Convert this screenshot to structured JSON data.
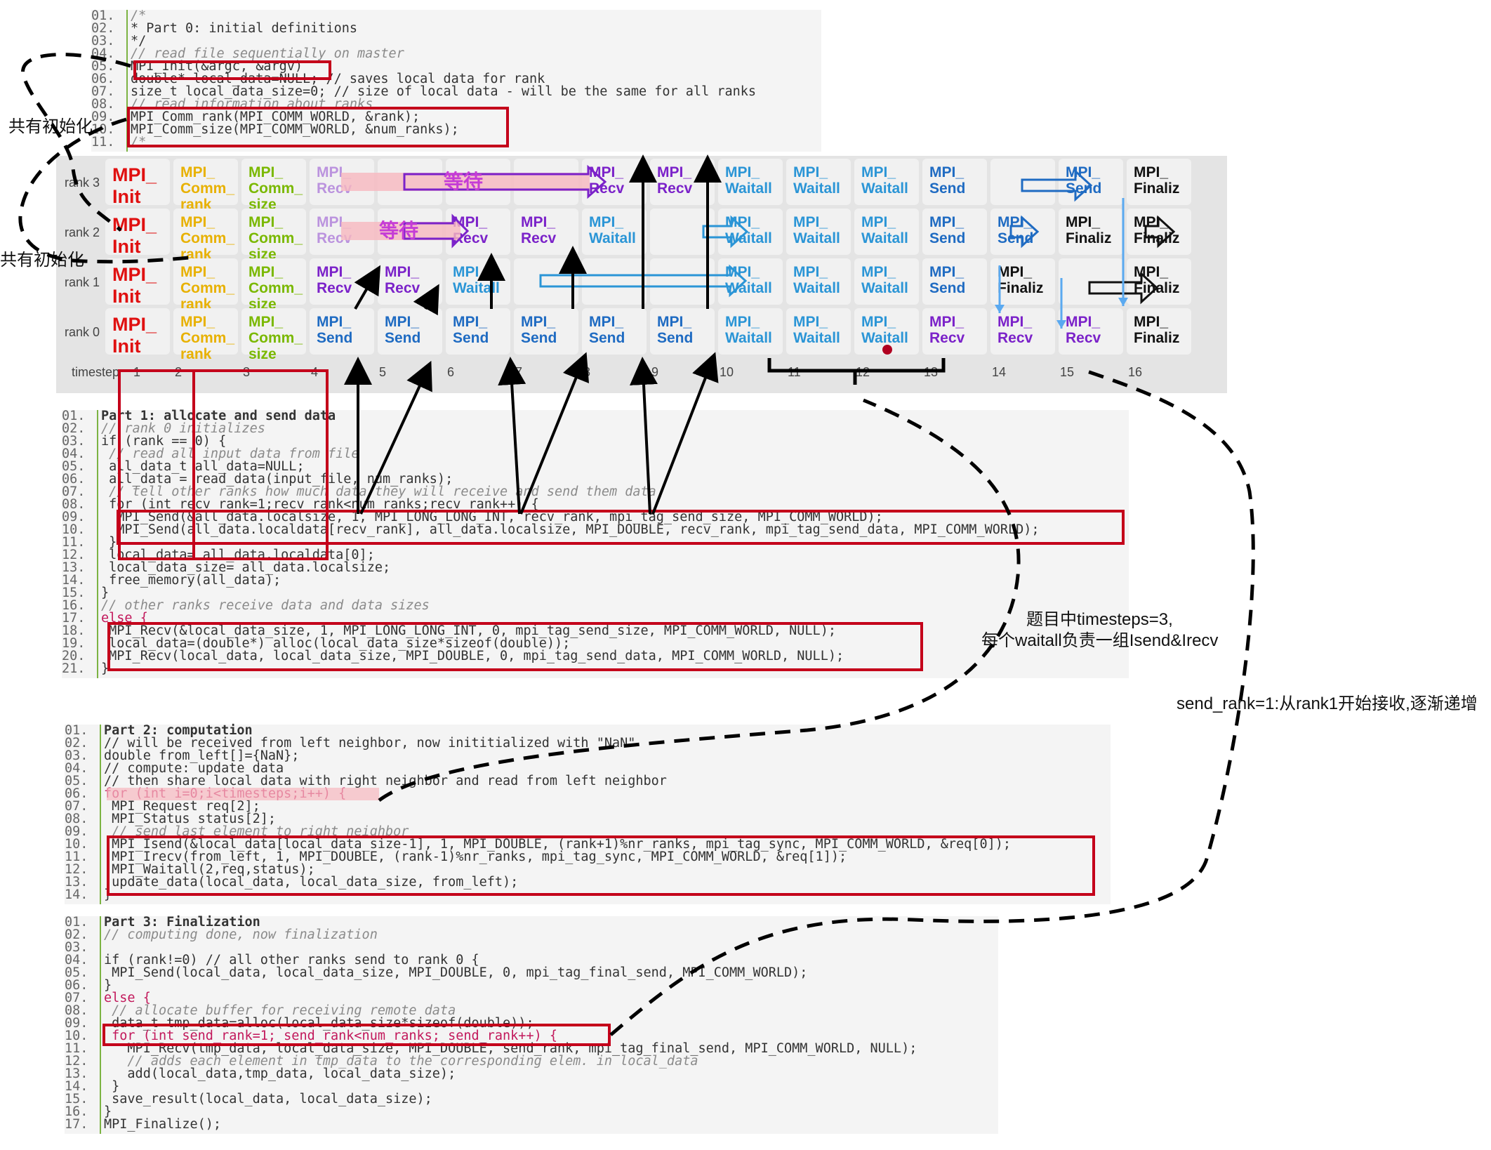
{
  "part0": {
    "lines": [
      {
        "n": "01.",
        "t": "/*",
        "c": "cm"
      },
      {
        "n": "02.",
        "t": "* Part 0: initial definitions",
        "c": ""
      },
      {
        "n": "03.",
        "t": "*/",
        "c": ""
      },
      {
        "n": "04.",
        "t": "// read file sequentially on master",
        "c": "cm"
      },
      {
        "n": "05.",
        "t": "MPI_Init(&argc, &argv)",
        "c": "fn"
      },
      {
        "n": "06.",
        "t": "double* local_data=NULL; // saves local data for rank",
        "c": ""
      },
      {
        "n": "07.",
        "t": "size_t local_data_size=0; // size of local data - will be the same for all ranks",
        "c": ""
      },
      {
        "n": "08.",
        "t": "// read information about ranks",
        "c": "cm"
      },
      {
        "n": "09.",
        "t": "MPI_Comm_rank(MPI_COMM_WORLD, &rank);",
        "c": "fn"
      },
      {
        "n": "10.",
        "t": "MPI_Comm_size(MPI_COMM_WORLD, &num_ranks);",
        "c": "fn"
      },
      {
        "n": "11.",
        "t": "/*",
        "c": "cm"
      }
    ]
  },
  "part1": {
    "lines": [
      {
        "n": "01.",
        "t": "Part 1: allocate and send data",
        "c": "b"
      },
      {
        "n": "02.",
        "t": "// rank 0 initializes",
        "c": "cm"
      },
      {
        "n": "03.",
        "t": "if (rank == 0) {",
        "c": ""
      },
      {
        "n": "04.",
        "t": " // read all input data from file",
        "c": "cm"
      },
      {
        "n": "05.",
        "t": " all_data_t all_data=NULL;",
        "c": ""
      },
      {
        "n": "06.",
        "t": " all_data = read_data(input_file, num_ranks);",
        "c": ""
      },
      {
        "n": "07.",
        "t": " // tell other ranks how much data they will receive and send them data",
        "c": "cm"
      },
      {
        "n": "08.",
        "t": " for (int recv_rank=1;recv_rank<num_ranks;recv_rank++) {",
        "c": ""
      },
      {
        "n": "09.",
        "t": "  MPI_Send(&all_data.localsize, 1, MPI_LONG_LONG_INT, recv_rank, mpi_tag_send_size, MPI_COMM_WORLD);",
        "c": "fn"
      },
      {
        "n": "10.",
        "t": "  MPI_Send(all_data.localdata[recv_rank], all_data.localsize, MPI_DOUBLE, recv_rank, mpi_tag_send_data, MPI_COMM_WORLD);",
        "c": "fn"
      },
      {
        "n": "11.",
        "t": " }",
        "c": ""
      },
      {
        "n": "12.",
        "t": " local_data= all_data.localdata[0];",
        "c": ""
      },
      {
        "n": "13.",
        "t": " local_data_size= all_data.localsize;",
        "c": ""
      },
      {
        "n": "14.",
        "t": " free_memory(all_data);",
        "c": ""
      },
      {
        "n": "15.",
        "t": "}",
        "c": ""
      },
      {
        "n": "16.",
        "t": "// other ranks receive data and data sizes",
        "c": "cm"
      },
      {
        "n": "17.",
        "t": "else {",
        "c": "kw"
      },
      {
        "n": "18.",
        "t": " MPI_Recv(&local_data_size, 1, MPI_LONG_LONG_INT, 0, mpi_tag_send_size, MPI_COMM_WORLD, NULL);",
        "c": "fn"
      },
      {
        "n": "19.",
        "t": " local_data=(double*) alloc(local_data_size*sizeof(double));",
        "c": ""
      },
      {
        "n": "20.",
        "t": " MPI_Recv(local_data, local_data_size, MPI_DOUBLE, 0, mpi_tag_send_data, MPI_COMM_WORLD, NULL);",
        "c": "fn"
      },
      {
        "n": "21.",
        "t": "}",
        "c": ""
      }
    ]
  },
  "part2": {
    "lines": [
      {
        "n": "01.",
        "t": "Part 2: computation",
        "c": "b"
      },
      {
        "n": "02.",
        "t": "// will be received from left neighbor, now inititialized with \"NaN\"",
        "c": ""
      },
      {
        "n": "03.",
        "t": "double from_left[]={NaN};",
        "c": ""
      },
      {
        "n": "04.",
        "t": "// compute: update data",
        "c": ""
      },
      {
        "n": "05.",
        "t": "// then share local data with right neighbor and read from left neighbor",
        "c": ""
      },
      {
        "n": "06.",
        "t": "for (int i=0;i<timesteps;i++) {",
        "c": "kw"
      },
      {
        "n": "07.",
        "t": " MPI_Request req[2];",
        "c": ""
      },
      {
        "n": "08.",
        "t": " MPI_Status status[2];",
        "c": ""
      },
      {
        "n": "09.",
        "t": " // send last element to right neighbor",
        "c": "cm"
      },
      {
        "n": "10.",
        "t": " MPI_Isend(&local_data[local_data_size-1], 1, MPI_DOUBLE, (rank+1)%nr_ranks, mpi_tag_sync, MPI_COMM_WORLD, &req[0]);",
        "c": ""
      },
      {
        "n": "11.",
        "t": " MPI_Irecv(from_left, 1, MPI_DOUBLE, (rank-1)%nr_ranks, mpi_tag_sync, MPI_COMM_WORLD, &req[1]);",
        "c": ""
      },
      {
        "n": "12.",
        "t": " MPI_Waitall(2,req,status);",
        "c": ""
      },
      {
        "n": "13.",
        "t": " update_data(local_data, local_data_size, from_left);",
        "c": ""
      },
      {
        "n": "14.",
        "t": "}",
        "c": ""
      }
    ]
  },
  "part3": {
    "lines": [
      {
        "n": "01.",
        "t": "Part 3: Finalization",
        "c": "b"
      },
      {
        "n": "02.",
        "t": "// computing done, now finalization",
        "c": "cm"
      },
      {
        "n": "03.",
        "t": "",
        "c": ""
      },
      {
        "n": "04.",
        "t": "if (rank!=0) // all other ranks send to rank 0 {",
        "c": ""
      },
      {
        "n": "05.",
        "t": " MPI_Send(local_data, local_data_size, MPI_DOUBLE, 0, mpi_tag_final_send, MPI_COMM_WORLD);",
        "c": "fn"
      },
      {
        "n": "06.",
        "t": "}",
        "c": ""
      },
      {
        "n": "07.",
        "t": "else {",
        "c": "kw"
      },
      {
        "n": "08.",
        "t": " // allocate buffer for receiving remote data",
        "c": "cm"
      },
      {
        "n": "09.",
        "t": " data_t tmp_data=alloc(local_data_size*sizeof(double));",
        "c": ""
      },
      {
        "n": "10.",
        "t": " for (int send_rank=1; send_rank<num_ranks; send_rank++) {",
        "c": "kw"
      },
      {
        "n": "11.",
        "t": "   MPI_Recv(tmp_data, local_data_size, MPI_DOUBLE, send_rank, mpi_tag_final_send, MPI_COMM_WORLD, NULL);",
        "c": "fn"
      },
      {
        "n": "12.",
        "t": "   // adds each element in tmp_data to the corresponding elem. in local_data",
        "c": "cm"
      },
      {
        "n": "13.",
        "t": "   add(local_data,tmp_data, local_data_size);",
        "c": ""
      },
      {
        "n": "14.",
        "t": " }",
        "c": ""
      },
      {
        "n": "15.",
        "t": " save_result(local_data, local_data_size);",
        "c": ""
      },
      {
        "n": "16.",
        "t": "}",
        "c": ""
      },
      {
        "n": "17.",
        "t": "MPI_Finalize();",
        "c": "fn"
      }
    ]
  },
  "grid": {
    "row_labels": [
      "rank 3",
      "rank 2",
      "rank 1",
      "rank 0"
    ],
    "axis_label": "timestep",
    "timesteps": [
      "1",
      "2",
      "3",
      "4",
      "5",
      "6",
      "7",
      "8",
      "9",
      "10",
      "11",
      "12",
      "13",
      "14",
      "15",
      "16"
    ],
    "rows": [
      [
        [
          "MPI_\nInit",
          "init"
        ],
        [
          "MPI_\nComm_\nrank",
          "comm"
        ],
        [
          "MPI_\nComm_\nsize",
          "size"
        ],
        [
          "MPI_\nRecv",
          "recv-dim"
        ],
        [
          "",
          "empty"
        ],
        [
          "",
          "empty"
        ],
        [
          "",
          "empty"
        ],
        [
          "MPI_\nRecv",
          "recv"
        ],
        [
          "MPI_\nRecv",
          "recv"
        ],
        [
          "MPI_\nWaitall",
          "wait"
        ],
        [
          "MPI_\nWaitall",
          "wait"
        ],
        [
          "MPI_\nWaitall",
          "wait"
        ],
        [
          "MPI_\nSend",
          "send"
        ],
        [
          "",
          "empty"
        ],
        [
          "MPI_\nSend",
          "send"
        ],
        [
          "MPI_\nFinaliz",
          "final"
        ]
      ],
      [
        [
          "MPI_\nInit",
          "init"
        ],
        [
          "MPI_\nComm_\nrank",
          "comm"
        ],
        [
          "MPI_\nComm_\nsize",
          "size"
        ],
        [
          "MPI_\nRecv",
          "recv-dim"
        ],
        [
          "",
          "empty"
        ],
        [
          "MPI_\nRecv",
          "recv"
        ],
        [
          "MPI_\nRecv",
          "recv"
        ],
        [
          "MPI_\nWaitall",
          "wait"
        ],
        [
          "",
          "empty"
        ],
        [
          "MPI_\nWaitall",
          "wait"
        ],
        [
          "MPI_\nWaitall",
          "wait"
        ],
        [
          "MPI_\nWaitall",
          "wait"
        ],
        [
          "MPI_\nSend",
          "send"
        ],
        [
          "MPI_\nSend",
          "send"
        ],
        [
          "MPI_\nFinaliz",
          "final"
        ],
        [
          "MPI_\nFinaliz",
          "final"
        ]
      ],
      [
        [
          "MPI_\nInit",
          "init"
        ],
        [
          "MPI_\nComm_\nrank",
          "comm"
        ],
        [
          "MPI_\nComm_\nsize",
          "size"
        ],
        [
          "MPI_\nRecv",
          "recv"
        ],
        [
          "MPI_\nRecv",
          "recv"
        ],
        [
          "MPI_\nWaitall",
          "wait"
        ],
        [
          "",
          "empty"
        ],
        [
          "",
          "empty"
        ],
        [
          "",
          "empty"
        ],
        [
          "MPI_\nWaitall",
          "wait"
        ],
        [
          "MPI_\nWaitall",
          "wait"
        ],
        [
          "MPI_\nWaitall",
          "wait"
        ],
        [
          "MPI_\nSend",
          "send"
        ],
        [
          "MPI_\nFinaliz",
          "final"
        ],
        [
          "",
          "empty"
        ],
        [
          "MPI_\nFinaliz",
          "final"
        ]
      ],
      [
        [
          "MPI_\nInit",
          "init"
        ],
        [
          "MPI_\nComm_\nrank",
          "comm"
        ],
        [
          "MPI_\nComm_\nsize",
          "size"
        ],
        [
          "MPI_\nSend",
          "send"
        ],
        [
          "MPI_\nSend",
          "send"
        ],
        [
          "MPI_\nSend",
          "send"
        ],
        [
          "MPI_\nSend",
          "send"
        ],
        [
          "MPI_\nSend",
          "send"
        ],
        [
          "MPI_\nSend",
          "send"
        ],
        [
          "MPI_\nWaitall",
          "wait"
        ],
        [
          "MPI_\nWaitall",
          "wait"
        ],
        [
          "MPI_\nWaitall",
          "wait"
        ],
        [
          "MPI_\nRecv",
          "recv"
        ],
        [
          "MPI_\nRecv",
          "recv"
        ],
        [
          "MPI_\nRecv",
          "recv"
        ],
        [
          "MPI_\nFinaliz",
          "final"
        ]
      ]
    ],
    "wait_labels": [
      "等待",
      "等待"
    ]
  },
  "notes": {
    "shared_init_1": "共有初始化",
    "shared_init_2": "共有初始化",
    "timesteps_line1": "题目中timesteps=3,",
    "timesteps_line2": "每个waitall负责一组Isend&Irecv",
    "send_rank": "send_rank=1:从rank1开始接收,逐渐递增"
  },
  "colors": {
    "highlight_red": "#c4001a",
    "init_red": "#e01010",
    "comm_yellow": "#e8b100",
    "size_green": "#7ab800",
    "recv_purple": "#7b22c9",
    "send_blue": "#1f6bc2",
    "waitall_blue": "#2b95d6",
    "wait_magenta": "#c53dd6"
  }
}
